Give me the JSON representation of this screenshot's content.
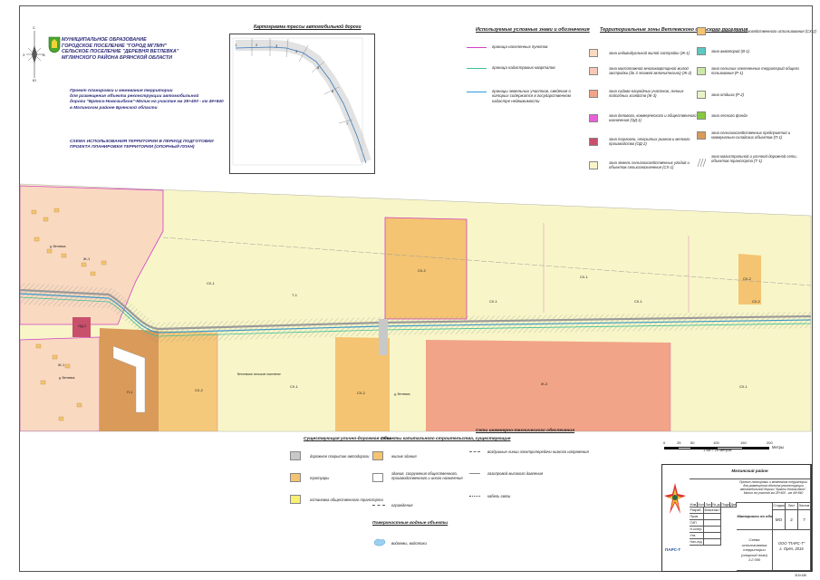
{
  "header": {
    "lines": [
      "МУНИЦИПАЛЬНОЕ ОБРАЗОВАНИЕ",
      "ГОРОДСКОЕ ПОСЕЛЕНИЕ \"ГОРОД МГЛИН\"",
      "СЕЛЬСКОЕ ПОСЕЛЕНИЕ \"ДЕРЕВНЯ ВЕТЛЕВКА\"",
      "МГЛИНСКОГО РАЙОНА БРЯНСКОЙ ОБЛАСТИ"
    ],
    "project_lines": [
      "Проект планировки и межевания территории",
      "для размещения объекта реконструкции автомобильной",
      "дороги \"Брянск-Новозыбков\"-Мглин на участке км 28+400 - км 49+840",
      "в Мглинском районе Брянской области"
    ],
    "scheme_lines": [
      "СХЕМА ИСПОЛЬЗОВАНИЯ ТЕРРИТОРИИ В ПЕРИОД ПОДГОТОВКИ",
      "ПРОЕКТА ПЛАНИРОВКИ ТЕРРИТОРИИ (ОПОРНЫЙ ПЛАН)"
    ],
    "compass_letters": {
      "north": "С",
      "south": "Ю",
      "west": "З",
      "east": "В"
    }
  },
  "inset": {
    "title": "Картограмма трассы автомобильной дороги",
    "sheet_numbers": [
      "1",
      "2",
      "3",
      "4",
      "5",
      "6",
      "7"
    ]
  },
  "legend_symbols": {
    "title": "Используемые условные знаки и обозначения",
    "items": [
      {
        "label": "граница населенных пунктов",
        "color": "#d040c8"
      },
      {
        "label": "граница кадастровых кварталов",
        "color": "#3fbf9a"
      },
      {
        "label": "границы земельных участков, сведения о которых содержатся в государственном кадастре недвижимости",
        "color": "#2a9ad8"
      }
    ]
  },
  "legend_zones": {
    "title": "Территориальные зоны Ветлевского сельского поселения",
    "col1": [
      {
        "label": "зона индивидуальной жилой застройки (Ж-1)",
        "color": "#f9d9c0"
      },
      {
        "label": "зона малоэтажной многоквартирной жилой застройки (до 3 этажей включительно) (Ж-2)",
        "color": "#f7c9b6"
      },
      {
        "label": "зона садово-огородных участков, личных подсобных хозяйств (Ж-3)",
        "color": "#f2a488"
      },
      {
        "label": "зона делового, коммерческого и общественного назначения (ОД-1)",
        "color": "#e860d8"
      },
      {
        "label": "зона торговли, открытых рынков и мелкого производства (ОД-2)",
        "color": "#c8506a"
      },
      {
        "label": "зона земель сельскохозяйственных угодий и объектов сельхозназначения (СХ-1)",
        "color": "#f8f6c8"
      }
    ],
    "col2": [
      {
        "label": "зона земель сельскохозяйственного использования (СХ-2)",
        "color": "#f4c472"
      },
      {
        "label": "зона акваторий (В-1)",
        "color": "#5cc8c0"
      },
      {
        "label": "зона сельских озелененных территорий общего пользования (Р-1)",
        "color": "#cce8a8"
      },
      {
        "label": "зона отдыха (Р-2)",
        "color": "#e8f4c8"
      },
      {
        "label": "зона лесного фонда",
        "color": "#86c840"
      },
      {
        "label": "зона сельскохозяйственных предприятий и коммунально-складских объектов (П-1)",
        "color": "#d99a5a"
      },
      {
        "label": "зона магистральной и уличной-дорожной сети, объектов транспорта (Т-1)",
        "color": "#ffffff"
      }
    ]
  },
  "map_labels": [
    "Ж-1",
    "СХ-1",
    "Т-1",
    "СХ-2",
    "СХ-1",
    "СХ-2",
    "ОД-2",
    "Ж-1",
    "П-1",
    "СХ-2",
    "СХ-1",
    "СХ-2",
    "Ж-3",
    "СХ-1",
    "СХ-1",
    "СХ-1",
    "СХ-2"
  ],
  "map_small_labels": [
    "д. Ветлевка",
    "д. Ветлевка",
    "д. Ветлевка",
    "Ветлевское сельское поселение"
  ],
  "legend_bottom": {
    "col1_title": "Существующая улично-дорожная сеть",
    "col1": [
      {
        "label": "дорожное покрытие автодороги",
        "color": "#c8c8c8"
      },
      {
        "label": "тротуары",
        "color": "#f4c472"
      },
      {
        "label": "остановка общественного транспорта",
        "color": "#f8f070"
      }
    ],
    "col2_title": "Объекты капитального строительства, существующие",
    "col2": [
      {
        "label": "жилые здания",
        "color": "#f4c472"
      },
      {
        "label": "здания, сооружения общественного, производственного и иного назначения",
        "color": "#ffffff"
      },
      {
        "label": "ограждения",
        "color": "none"
      }
    ],
    "water_title": "Поверхностные водные объекты",
    "water_label": "водоемы, водотоки",
    "col3_title": "Сети инженерно-технического обеспечения",
    "col3": [
      "воздушные линии электропередачи низкого напряжения",
      "газопровод высокого давления",
      "кабель связи"
    ]
  },
  "scale": {
    "ticks": [
      "0",
      "25",
      "50",
      "100",
      "150",
      "200"
    ],
    "unit": "Метры",
    "ratio": "1 см = 20 метров"
  },
  "stamp": {
    "district": "Мглинский район",
    "project": "Проект планировки и межевания территории для размещения объекта реконструкции автомобильной дороги \"Брянск-Новозыбков\"-Мглин на участке км 28+400 - км 49+840",
    "material": "Материалы по обоснованию",
    "stage_header": [
      "Стадия",
      "Лист",
      "Листов"
    ],
    "stage_values": [
      "МО",
      "2",
      "7"
    ],
    "sheet_title_lines": [
      "Схема использования",
      "территории (опорный план)",
      "1:2 000"
    ],
    "company_lines": [
      "ООО \"ПАРС-Т\"",
      "г. Орёл, 2016"
    ],
    "logo_text": "ПАРС-Т",
    "rows": [
      {
        "role": "Разраб.",
        "name": "Власенко С."
      },
      {
        "role": "Пров.",
        "name": ""
      },
      {
        "role": "ГИП",
        "name": ""
      },
      {
        "role": "Н.контр.",
        "name": ""
      },
      {
        "role": "Утв.",
        "name": ""
      },
      {
        "role": "Нач.отд.",
        "name": ""
      }
    ],
    "cols": [
      "Изм.",
      "Кол.уч",
      "Лист",
      "№ док.",
      "Подпись",
      "Дата"
    ],
    "format": "315×180"
  }
}
